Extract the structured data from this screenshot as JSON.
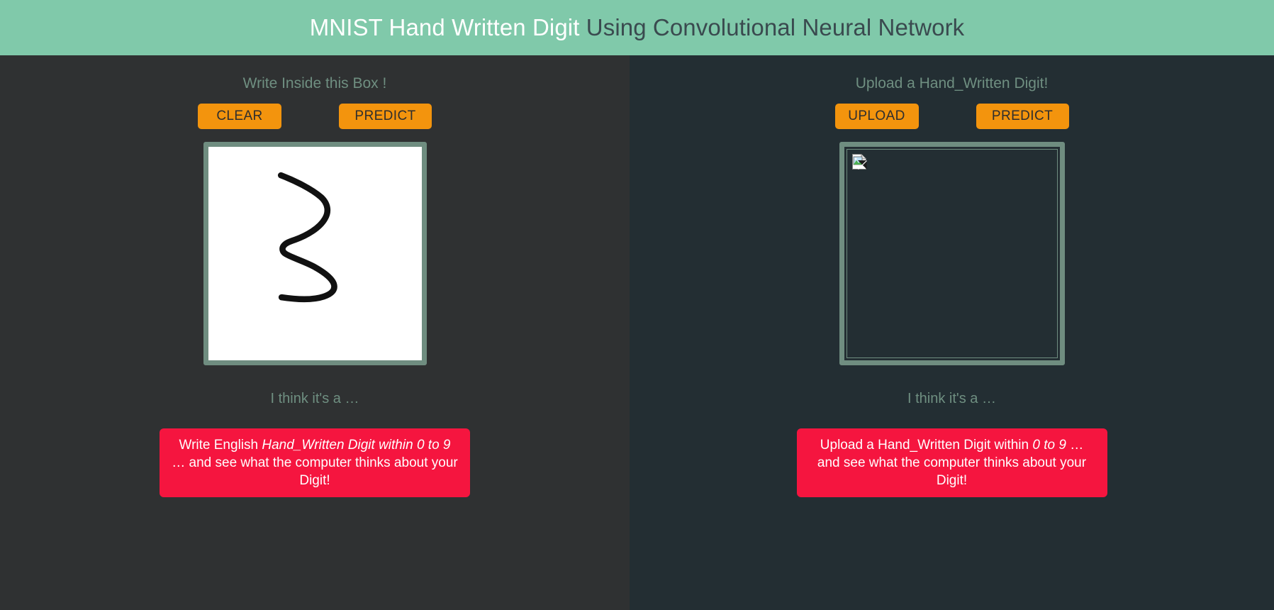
{
  "header": {
    "title_strong": "MNIST Hand Written Digit",
    "title_rest": " Using Convolutional Neural Network",
    "background_color": "#80c9aa"
  },
  "theme": {
    "accent_orange": "#f3940d",
    "alert_red": "#f5153f",
    "green_border": "#6f8d80",
    "muted_green_text": "#6f8f81",
    "left_panel_bg": "#2f3132",
    "right_panel_bg": "#232e33"
  },
  "draw_panel": {
    "heading": "Write Inside this Box !",
    "clear_label": "CLEAR",
    "predict_label": "PREDICT",
    "canvas_content": "hand-drawn digit 3",
    "result_text": "I think it's a …",
    "alert": {
      "prefix": "Write English ",
      "emphasis": "Hand_Written Digit within 0 to 9",
      "suffix": " … and see what the computer thinks about your Digit!"
    }
  },
  "upload_panel": {
    "heading": "Upload a Hand_Written Digit!",
    "upload_label": "UPLOAD",
    "predict_label": "PREDICT",
    "preview_icon": "broken-image-icon",
    "result_text": "I think it's a …",
    "alert": {
      "prefix": "Upload a Hand_Written Digit within ",
      "emphasis": "0 to 9",
      "suffix": " … and see what the computer thinks about your Digit!"
    }
  }
}
